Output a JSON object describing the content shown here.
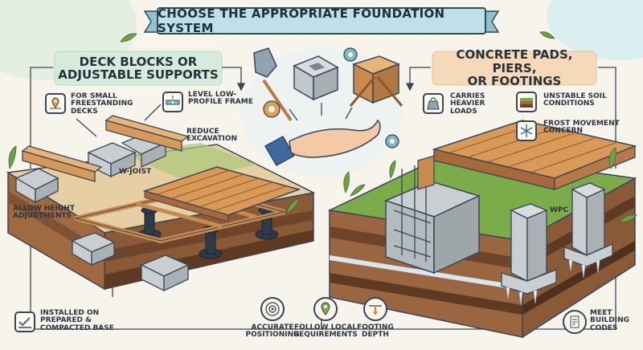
{
  "title": "CHOOSE THE APPROPRIATE FOUNDATION SYSTEM",
  "left_panel": {
    "title_line1": "DECK BLOCKS OR",
    "title_line2": "ADJUSTABLE SUPPORTS",
    "labels": {
      "small_decks": "FOR SMALL FREESTANDING DECKS",
      "low_profile": "LEVEL LOW-PROFILE FRAME",
      "reduce_excavation": "REDUCE EXCAVATION",
      "w_joist": "W-JOIST",
      "height_adjust": "ALLOW HEIGHT ADJUSTMENTS",
      "installed": "INSTALLED ON PREPARED & COMPACTED BASE"
    }
  },
  "right_panel": {
    "title_line1": "CONCRETE PADS, PIERS,",
    "title_line2": "OR FOOTINGS",
    "labels": {
      "heavier_loads": "CARRIES HEAVIER LOADS",
      "unstable_soil": "UNSTABLE SOIL CONDITIONS",
      "frost": "FROST MOVEMENT CONCERN",
      "wpc": "WPC",
      "building_codes": "MEET BUILDING CODES"
    }
  },
  "bottom": {
    "accurate": "ACCURATE POSITIONING",
    "local": "FOLLOW LOCAL REQUIREMENTS",
    "footing": "FOOTING DEPTH"
  },
  "colors": {
    "background": "#f7f4ec",
    "title_banner": "#bfe0e6",
    "left_title_bg": "#d5ecdc",
    "right_title_bg": "#f5d9b8",
    "wood": "#c98a4e",
    "grass": "#7cab4a",
    "soil": "#8a5a36",
    "concrete": "#c9ced1",
    "outline": "#37465a"
  },
  "icons": [
    "location-pin-icon",
    "level-icon",
    "weight-icon",
    "soil-layers-icon",
    "snowflake-icon",
    "building-codes-icon",
    "target-icon",
    "map-pin-icon",
    "depth-gauge-icon",
    "checkmark-base-icon",
    "gear-icon",
    "shovel-icon",
    "hand-icon"
  ]
}
